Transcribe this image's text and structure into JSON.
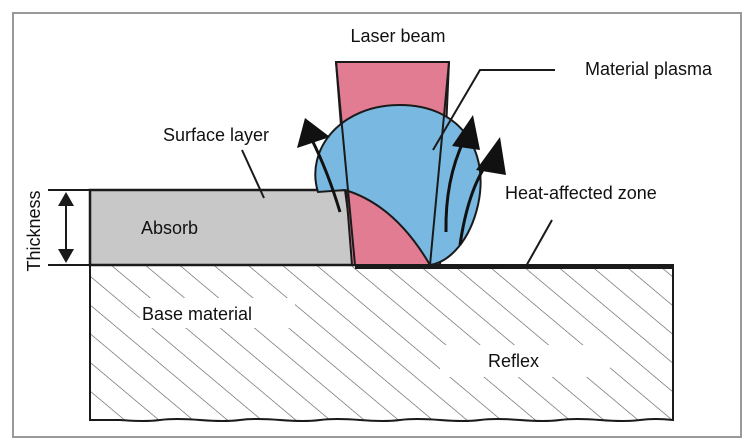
{
  "labels": {
    "laser_beam": "Laser beam",
    "material_plasma": "Material plasma",
    "surface_layer": "Surface layer",
    "heat_affected_zone": "Heat-affected zone",
    "absorb": "Absorb",
    "thickness": "Thickness",
    "base_material": "Base material",
    "reflex": "Reflex"
  },
  "colors": {
    "laser_beam": "#e27c92",
    "plasma": "#79b9e1",
    "surface_layer": "#c8c8c8",
    "outline": "#1a1a1a",
    "hatch": "#555555",
    "frame": "#999999"
  }
}
